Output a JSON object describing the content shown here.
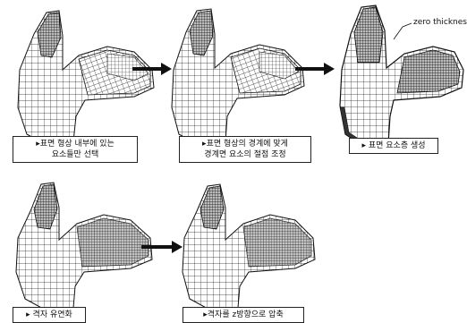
{
  "steps": [
    {
      "caption_lines": [
        "▸표면 형상 내부에 있는",
        "요소들만 선택"
      ]
    },
    {
      "caption_lines": [
        "▸표면 형상의 경계에 맞게",
        "경계면 요소의 절점 조정"
      ]
    },
    {
      "caption_lines": [
        "▸ 표면 요소층 생성"
      ]
    },
    {
      "caption_lines": [
        "▸ 격자 유연화"
      ]
    },
    {
      "caption_lines": [
        "▸격자를 z방향으로 압축"
      ]
    }
  ],
  "annotation": "zero thickness",
  "icons": [
    "right-arrow-icon",
    "leader-line"
  ],
  "colors": {
    "mesh_line": "#222222",
    "mesh_fill": "#ffffff",
    "arrow": "#111111",
    "dense_mesh": "#2a2a2a"
  }
}
